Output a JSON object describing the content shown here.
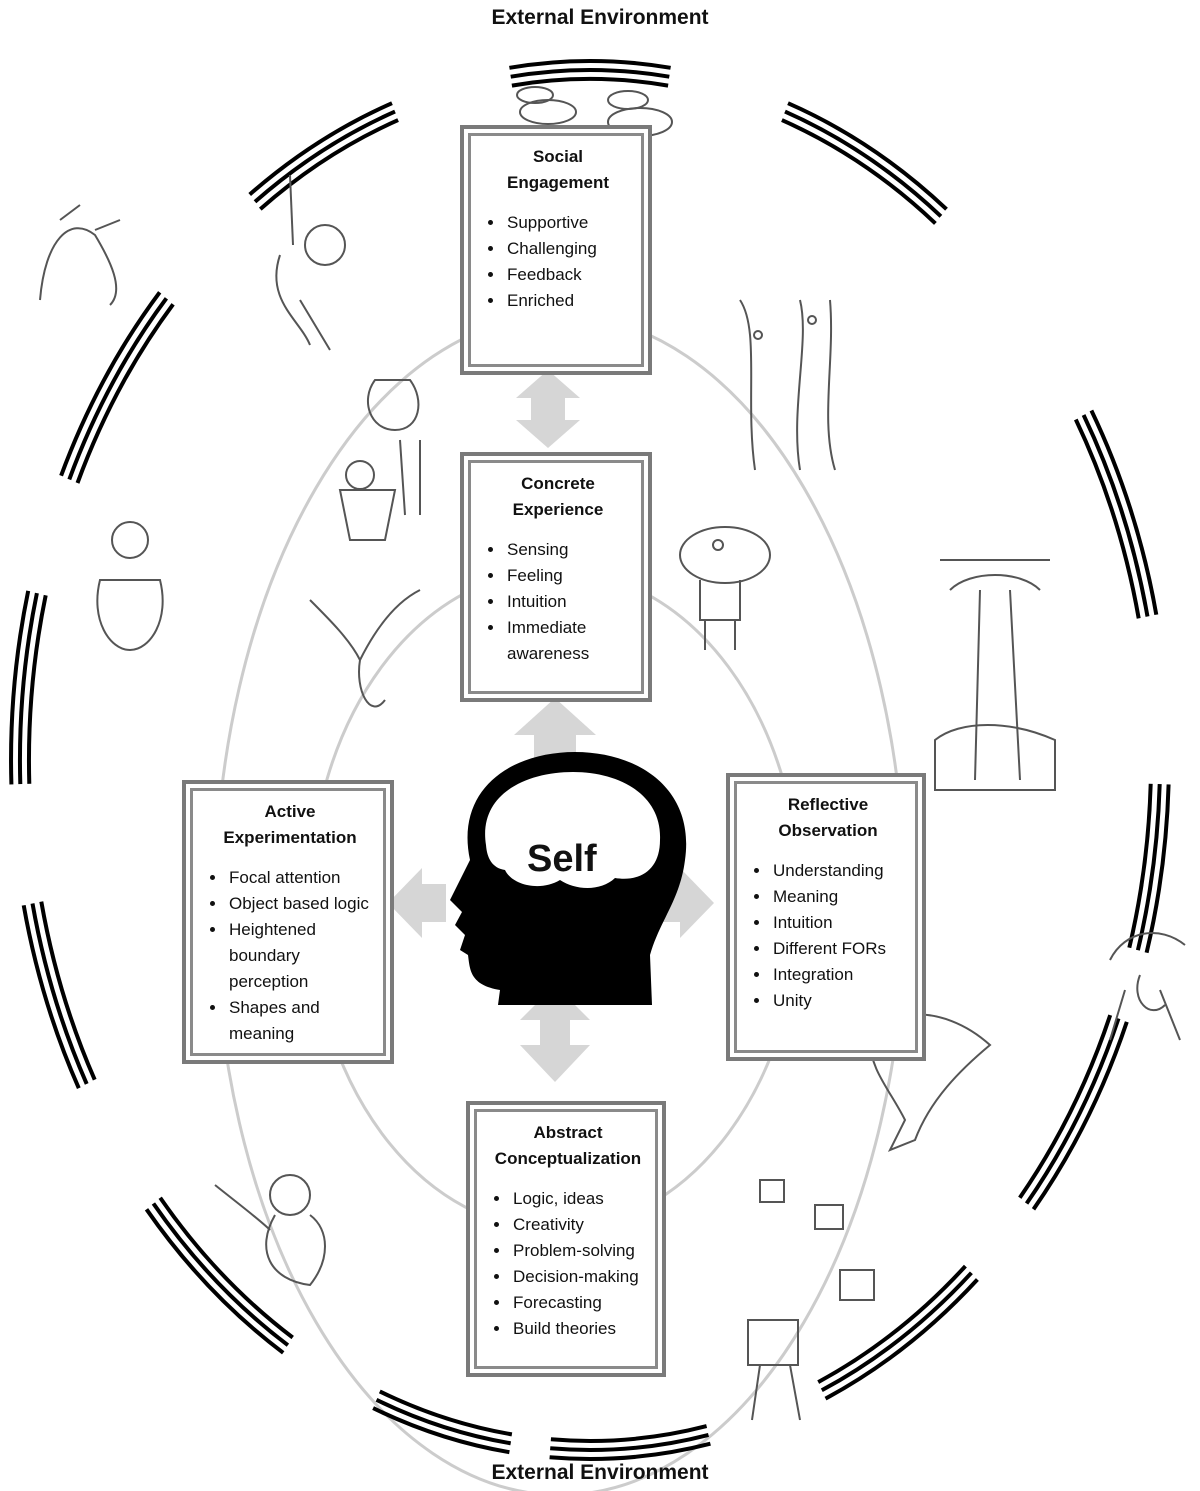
{
  "environment": {
    "top_label": "External Environment",
    "bottom_label": "External Environment"
  },
  "center": {
    "label": "Self"
  },
  "boxes": {
    "social": {
      "title_line1": "Social",
      "title_line2": "Engagement",
      "items": [
        "Supportive",
        "Challenging",
        "Feedback",
        "Enriched"
      ]
    },
    "concrete": {
      "title_line1": "Concrete",
      "title_line2": "Experience",
      "items": [
        "Sensing",
        "Feeling",
        "Intuition",
        "Immediate awareness"
      ]
    },
    "reflective": {
      "title_line1": "Reflective",
      "title_line2": "Observation",
      "items": [
        "Understanding",
        "Meaning",
        "Intuition",
        "Different FORs",
        "Integration",
        "Unity"
      ]
    },
    "active": {
      "title_line1": "Active",
      "title_line2": "Experimentation",
      "items": [
        "Focal attention",
        "Object based logic",
        "Heightened boundary perception",
        "Shapes and meaning"
      ]
    },
    "abstract": {
      "title_line1": "Abstract",
      "title_line2": "Conceptualization",
      "items": [
        "Logic, ideas",
        "Creativity",
        "Problem-solving",
        "Decision-making",
        "Forecasting",
        "Build theories"
      ]
    }
  },
  "colors": {
    "ring": "#cccccc",
    "arrow": "#d6d6d6",
    "box_border": "#7a7a7a",
    "head": "#000000",
    "band": "#000000"
  },
  "illustrations": [
    "bees",
    "hanging-figure",
    "unicorn",
    "foxes",
    "goat-gardener",
    "eagle",
    "dog-character",
    "tree",
    "owl-figure",
    "whale",
    "dinosaur",
    "bird-man",
    "walking-boxes"
  ]
}
